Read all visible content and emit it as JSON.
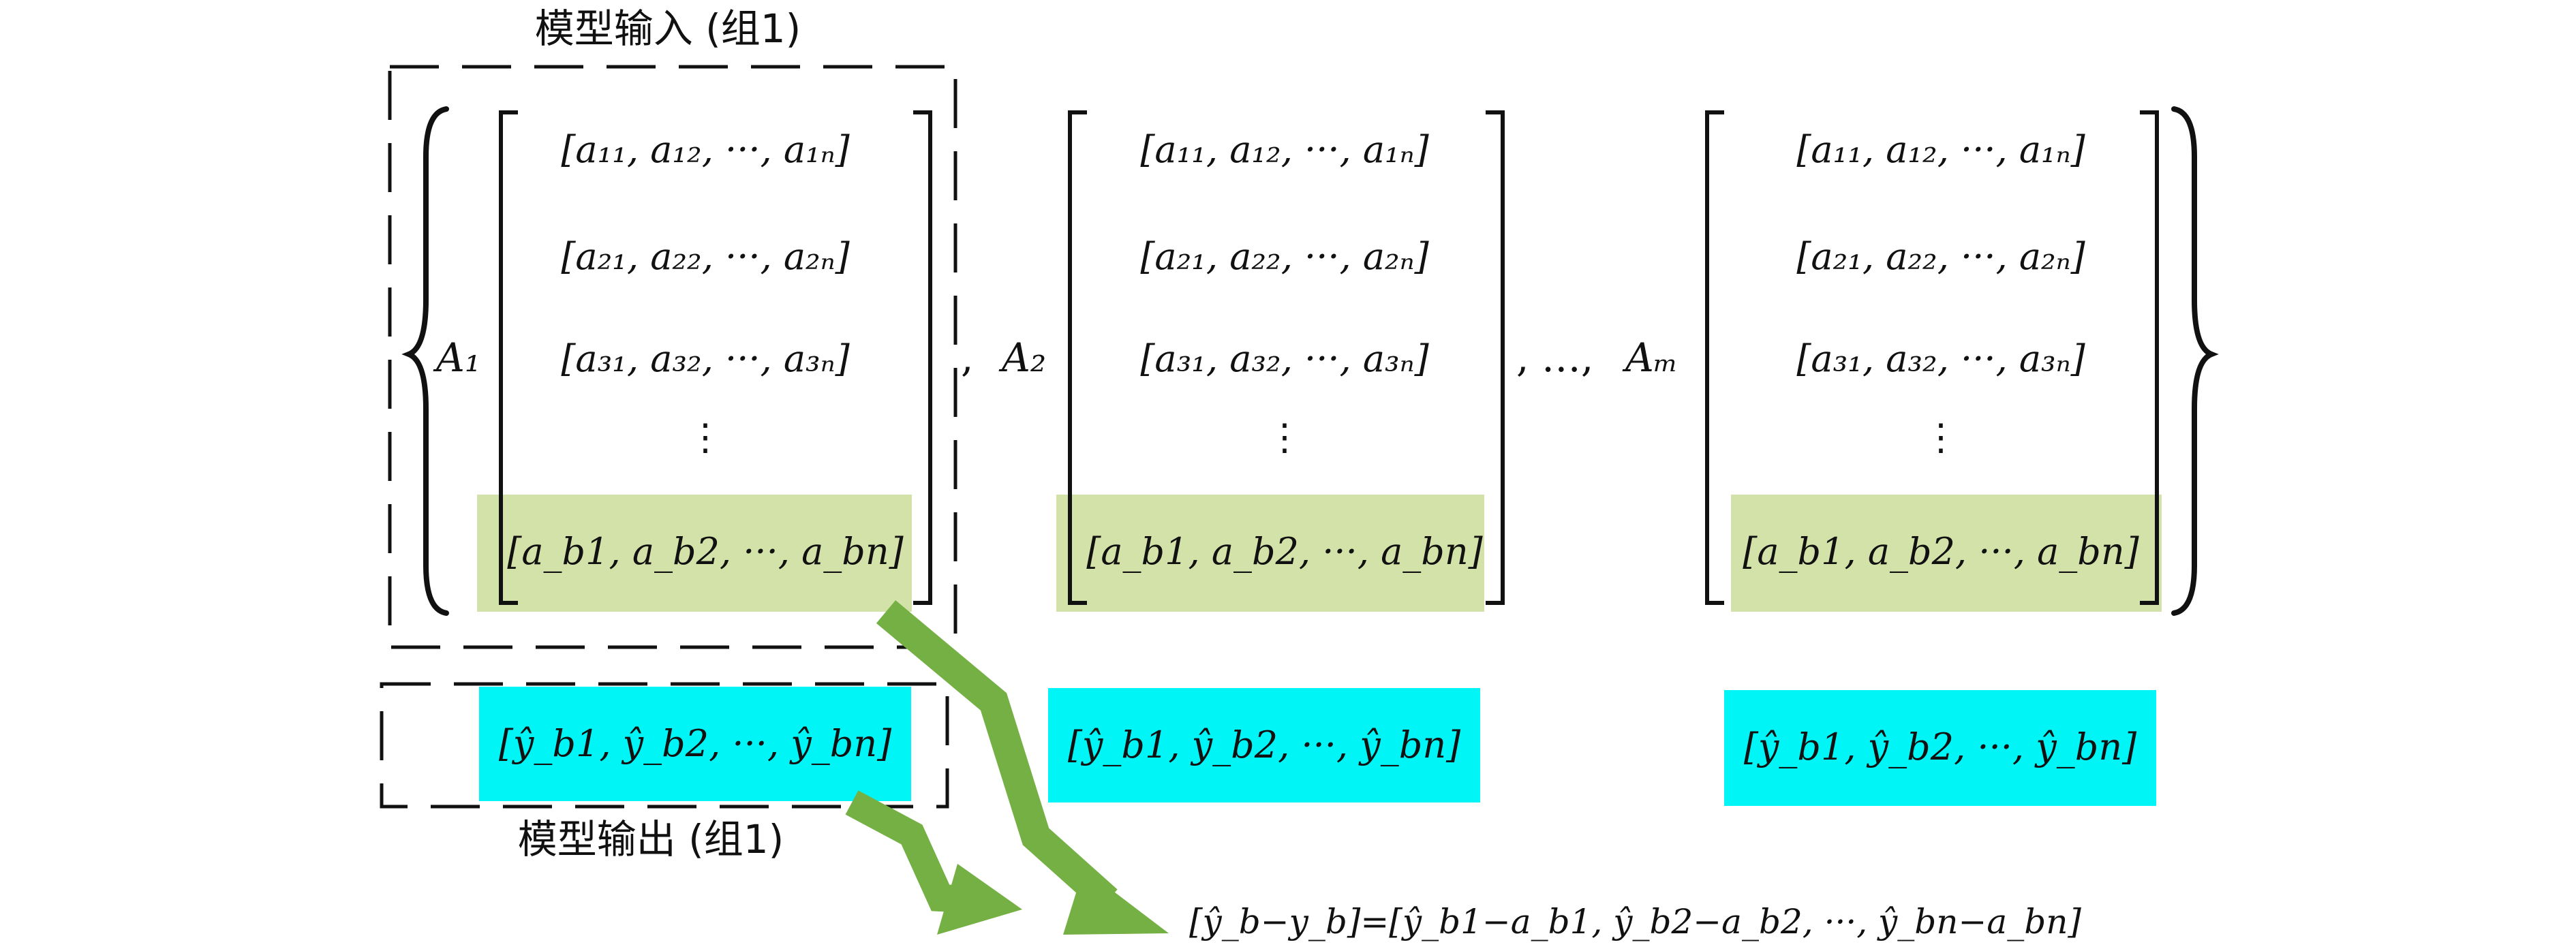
{
  "colors": {
    "highlight_row": "#d3e2a8",
    "output_box": "#00f6f6",
    "arrow": "#74b043",
    "stroke": "#111111"
  },
  "labels": {
    "input_group": "模型输入 (组1)",
    "output_group": "模型输出 (组1)"
  },
  "matrices": [
    {
      "name": "A₁",
      "rows": [
        "[a₁₁, a₁₂, ···, a₁ₙ]",
        "[a₂₁, a₂₂, ···, a₂ₙ]",
        "[a₃₁, a₃₂, ···, a₃ₙ]",
        "⋮",
        "[a_b1, a_b2, ···, a_bn]"
      ],
      "output": "[ŷ_b1, ŷ_b2, ···, ŷ_bn]"
    },
    {
      "name": "A₂",
      "rows": [
        "[a₁₁, a₁₂, ···, a₁ₙ]",
        "[a₂₁, a₂₂, ···, a₂ₙ]",
        "[a₃₁, a₃₂, ···, a₃ₙ]",
        "⋮",
        "[a_b1, a_b2, ···, a_bn]"
      ],
      "output": "[ŷ_b1, ŷ_b2, ···, ŷ_bn]"
    },
    {
      "name": "Aₘ",
      "rows": [
        "[a₁₁, a₁₂, ···, a₁ₙ]",
        "[a₂₁, a₂₂, ···, a₂ₙ]",
        "[a₃₁, a₃₂, ···, a₃ₙ]",
        "⋮",
        "[a_b1, a_b2, ···, a_bn]"
      ],
      "output": "[ŷ_b1, ŷ_b2, ···, ŷ_bn]"
    }
  ],
  "separators": {
    "comma": ",",
    "comma_ellipsis": ", …,"
  },
  "formula": "[ŷ_b−y_b]=[ŷ_b1−a_b1, ŷ_b2−a_b2, ···, ŷ_bn−a_bn]"
}
